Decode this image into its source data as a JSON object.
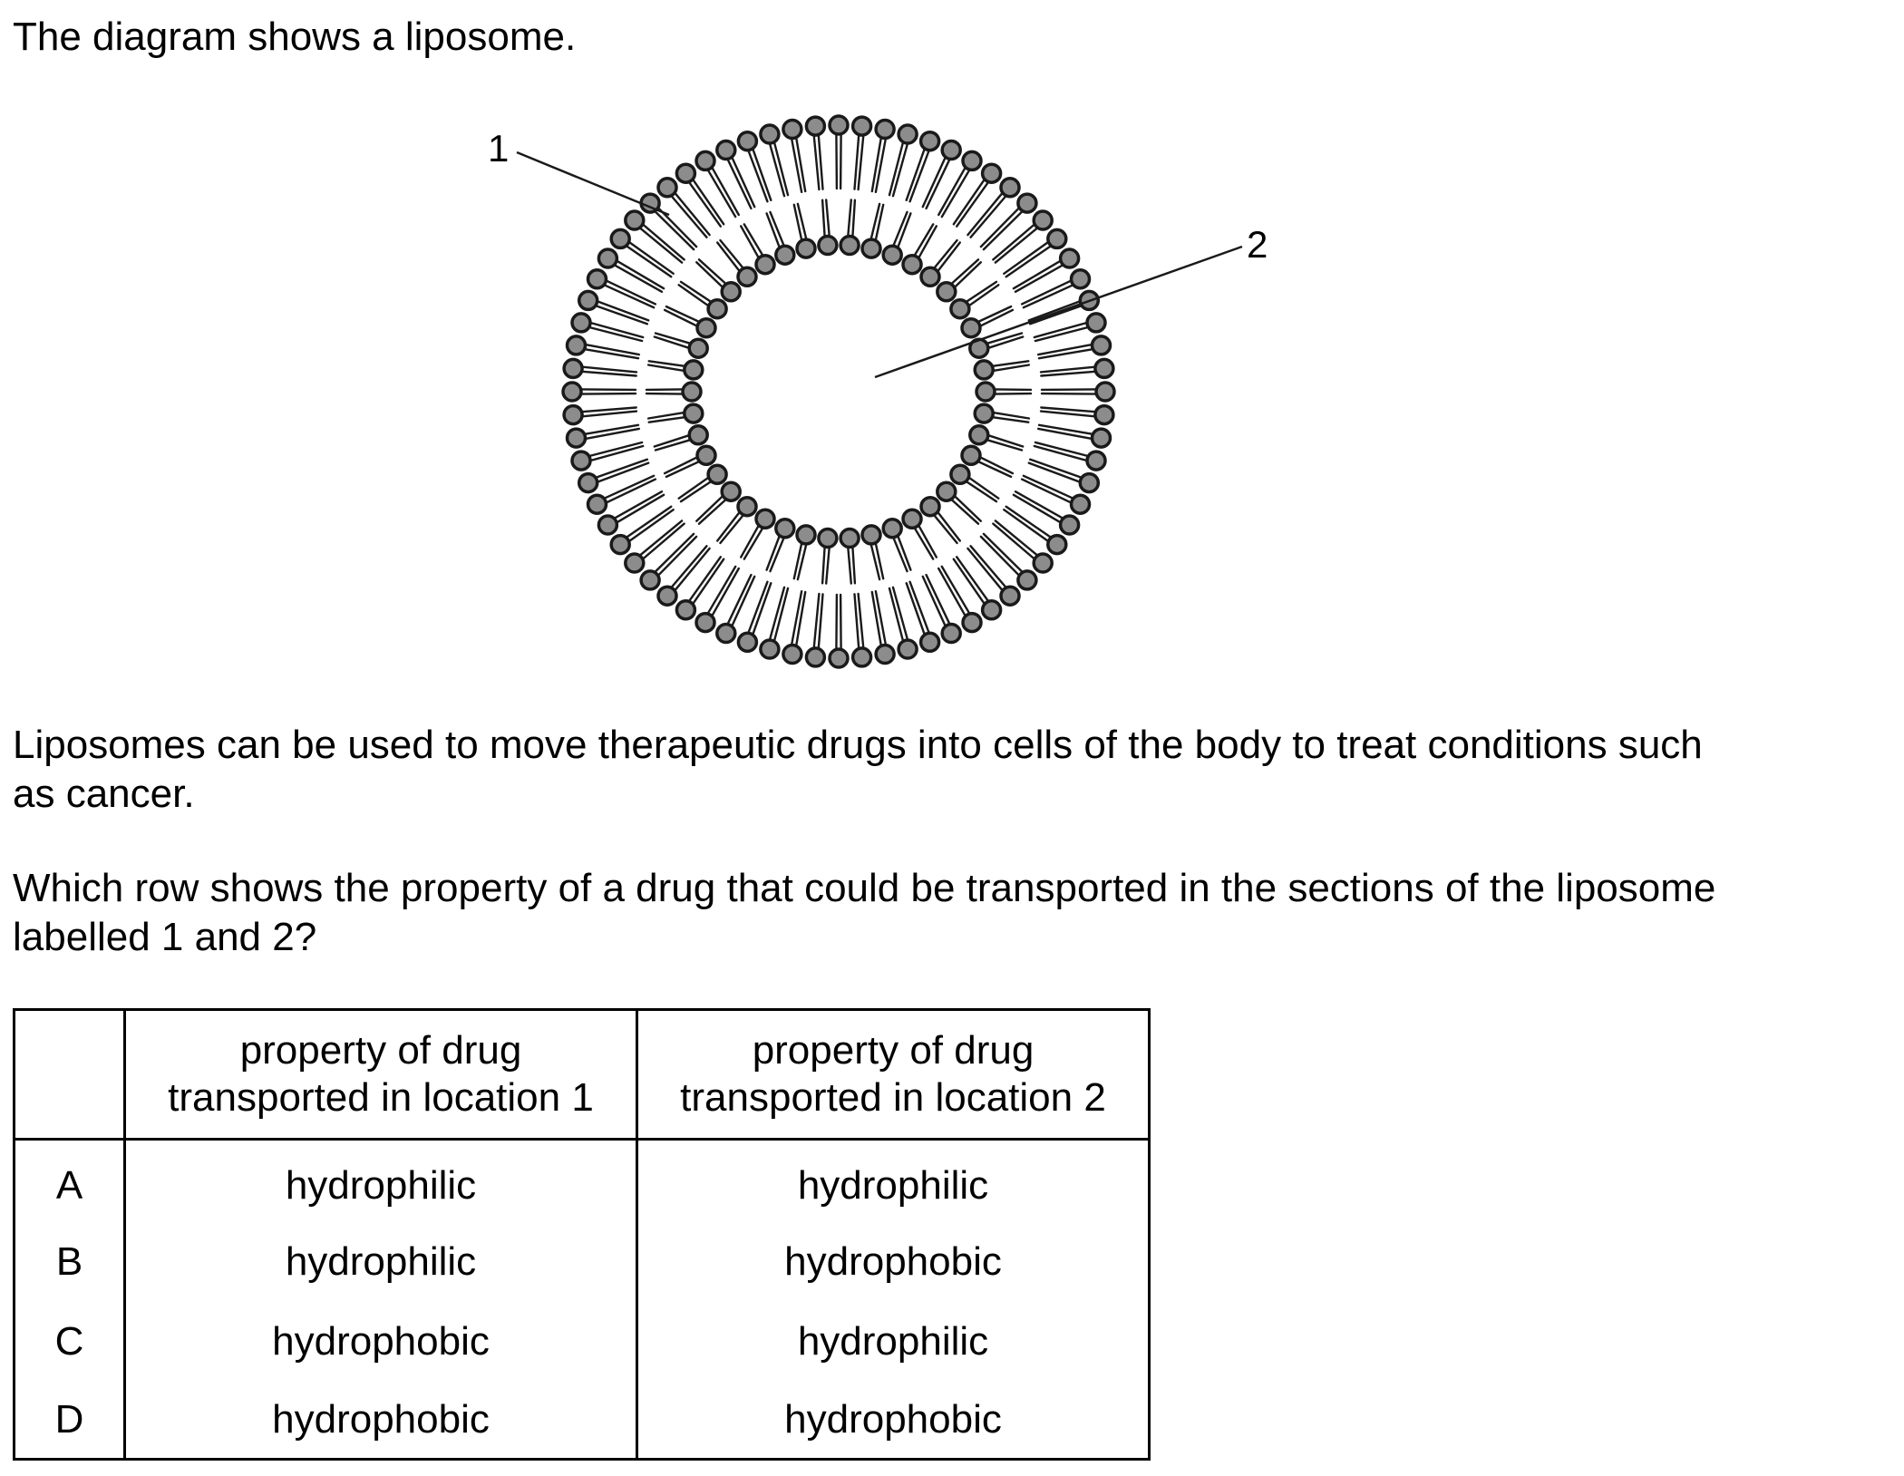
{
  "intro": "The diagram shows a liposome.",
  "diagram": {
    "label_1": "1",
    "label_2": "2",
    "colors": {
      "head_fill": "#8c8c8c",
      "outline": "#1a1a1a",
      "tail": "#1a1a1a",
      "background": "#ffffff"
    }
  },
  "paragraph_1_line_1": "Liposomes can be used to move therapeutic drugs into cells of the body to treat conditions such",
  "paragraph_1_line_2": "as cancer.",
  "paragraph_2_line_1": "Which row shows the property of a drug that could be transported in the sections of the liposome",
  "paragraph_2_line_2": "labelled 1 and 2?",
  "table": {
    "header_1_line_1": "property of drug",
    "header_1_line_2": "transported in location 1",
    "header_2_line_1": "property of drug",
    "header_2_line_2": "transported in location 2",
    "rows": [
      {
        "letter": "A",
        "loc1": "hydrophilic",
        "loc2": "hydrophilic"
      },
      {
        "letter": "B",
        "loc1": "hydrophilic",
        "loc2": "hydrophobic"
      },
      {
        "letter": "C",
        "loc1": "hydrophobic",
        "loc2": "hydrophilic"
      },
      {
        "letter": "D",
        "loc1": "hydrophobic",
        "loc2": "hydrophobic"
      }
    ]
  }
}
